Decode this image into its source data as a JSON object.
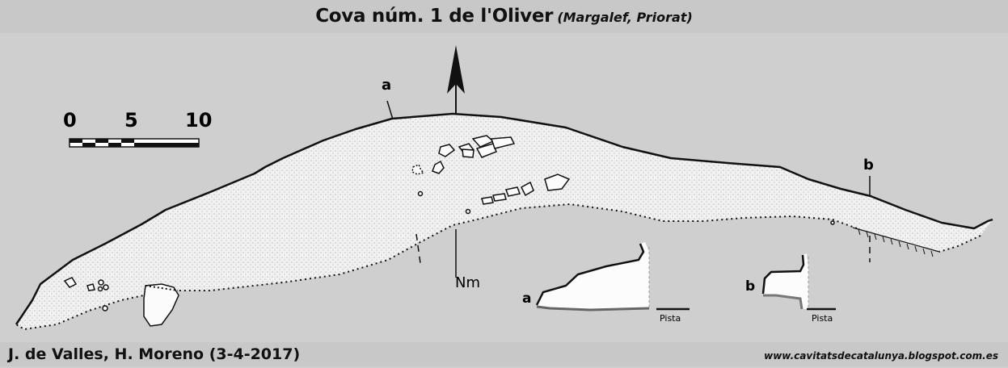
{
  "title": {
    "main": "Cova núm. 1 de l'Oliver",
    "location": "(Margalef, Priorat)"
  },
  "footer": {
    "authors": "J. de Valles, H. Moreno (3-4-2017)",
    "website": "www.cavitatsdecatalunya.blogspot.com.es"
  },
  "scale_bar": {
    "labels": [
      "0",
      "5",
      "10"
    ]
  },
  "map_labels": {
    "section_a": "a",
    "section_b": "b",
    "magnetic_north": "Nm"
  },
  "sections": {
    "a": {
      "label": "a",
      "reference": "Pista"
    },
    "b": {
      "label": "b",
      "reference": "Pista"
    }
  },
  "colors": {
    "header_bg": "#c8c8c8",
    "page_bg": "#cfcfcf",
    "cave_fill": "#f2f2f2",
    "outline": "#111111"
  }
}
